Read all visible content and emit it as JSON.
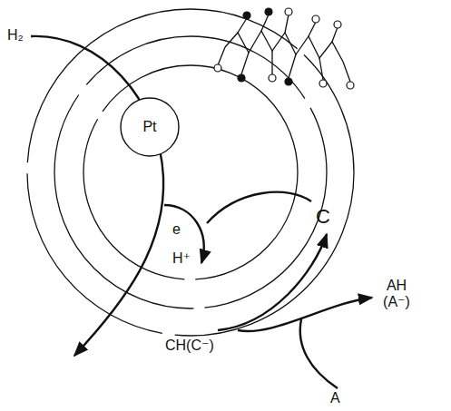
{
  "diagram": {
    "nodes": [
      {
        "text": [
          "Pt"
        ]
      }
    ],
    "labels": [
      "H₂",
      "e",
      "H⁺",
      "C",
      "CH(C⁻)",
      "AH (A⁻)",
      "A"
    ]
  }
}
